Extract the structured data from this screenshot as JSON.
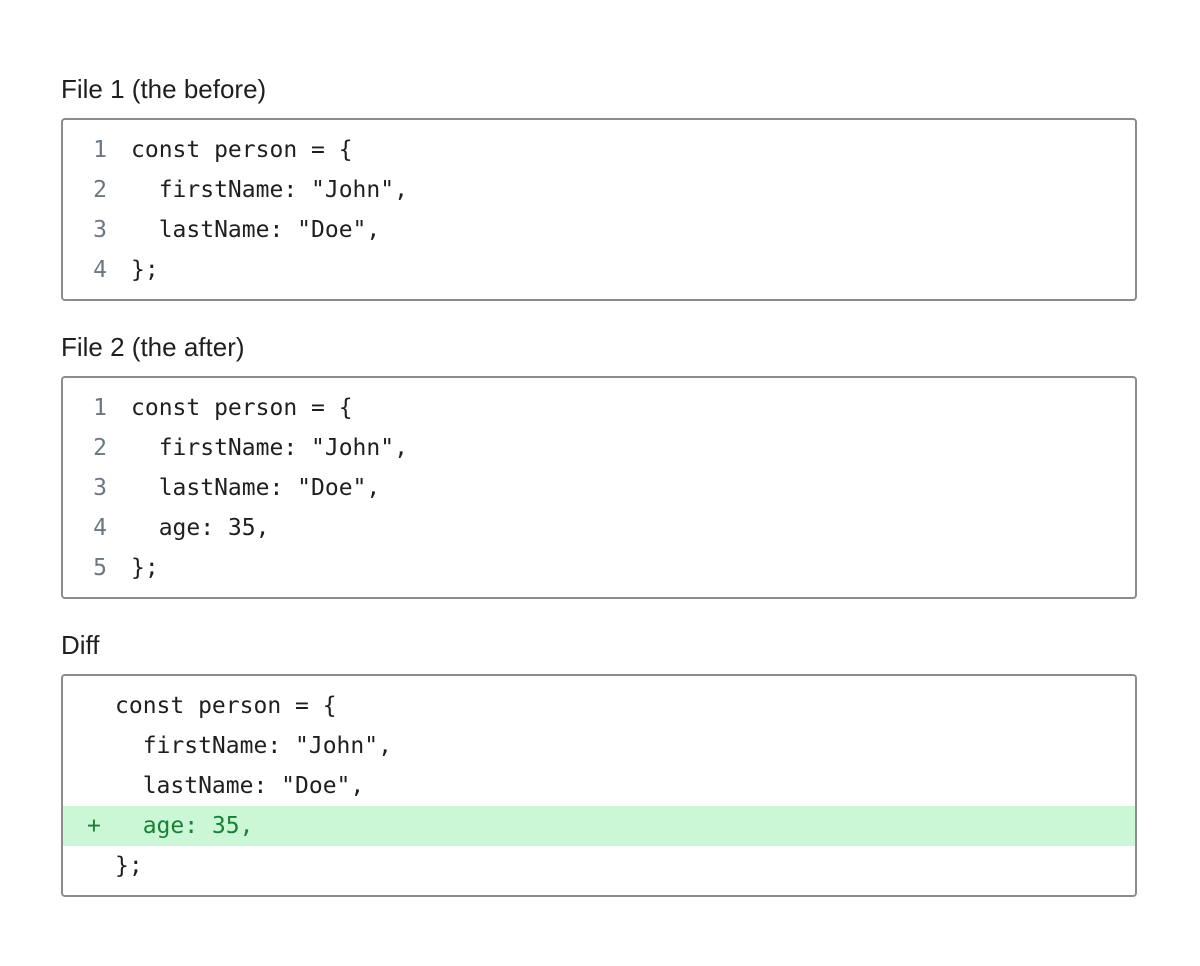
{
  "file1": {
    "title": "File 1 (the before)",
    "lines": [
      {
        "num": "1",
        "code": "const person = {"
      },
      {
        "num": "2",
        "code": "  firstName: \"John\","
      },
      {
        "num": "3",
        "code": "  lastName: \"Doe\","
      },
      {
        "num": "4",
        "code": "};"
      }
    ]
  },
  "file2": {
    "title": "File 2 (the after)",
    "lines": [
      {
        "num": "1",
        "code": "const person = {"
      },
      {
        "num": "2",
        "code": "  firstName: \"John\","
      },
      {
        "num": "3",
        "code": "  lastName: \"Doe\","
      },
      {
        "num": "4",
        "code": "  age: 35,"
      },
      {
        "num": "5",
        "code": "};"
      }
    ]
  },
  "diff": {
    "title": "Diff",
    "lines": [
      {
        "marker": "",
        "code": "const person = {",
        "added": false
      },
      {
        "marker": "",
        "code": "  firstName: \"John\",",
        "added": false
      },
      {
        "marker": "",
        "code": "  lastName: \"Doe\",",
        "added": false
      },
      {
        "marker": "+",
        "code": "  age: 35,",
        "added": true
      },
      {
        "marker": "",
        "code": "};",
        "added": false
      }
    ]
  },
  "colors": {
    "added_background": "#ccf7d6",
    "added_text": "#1a7f37",
    "line_number": "#6e7681",
    "border": "#8c8c8c"
  }
}
